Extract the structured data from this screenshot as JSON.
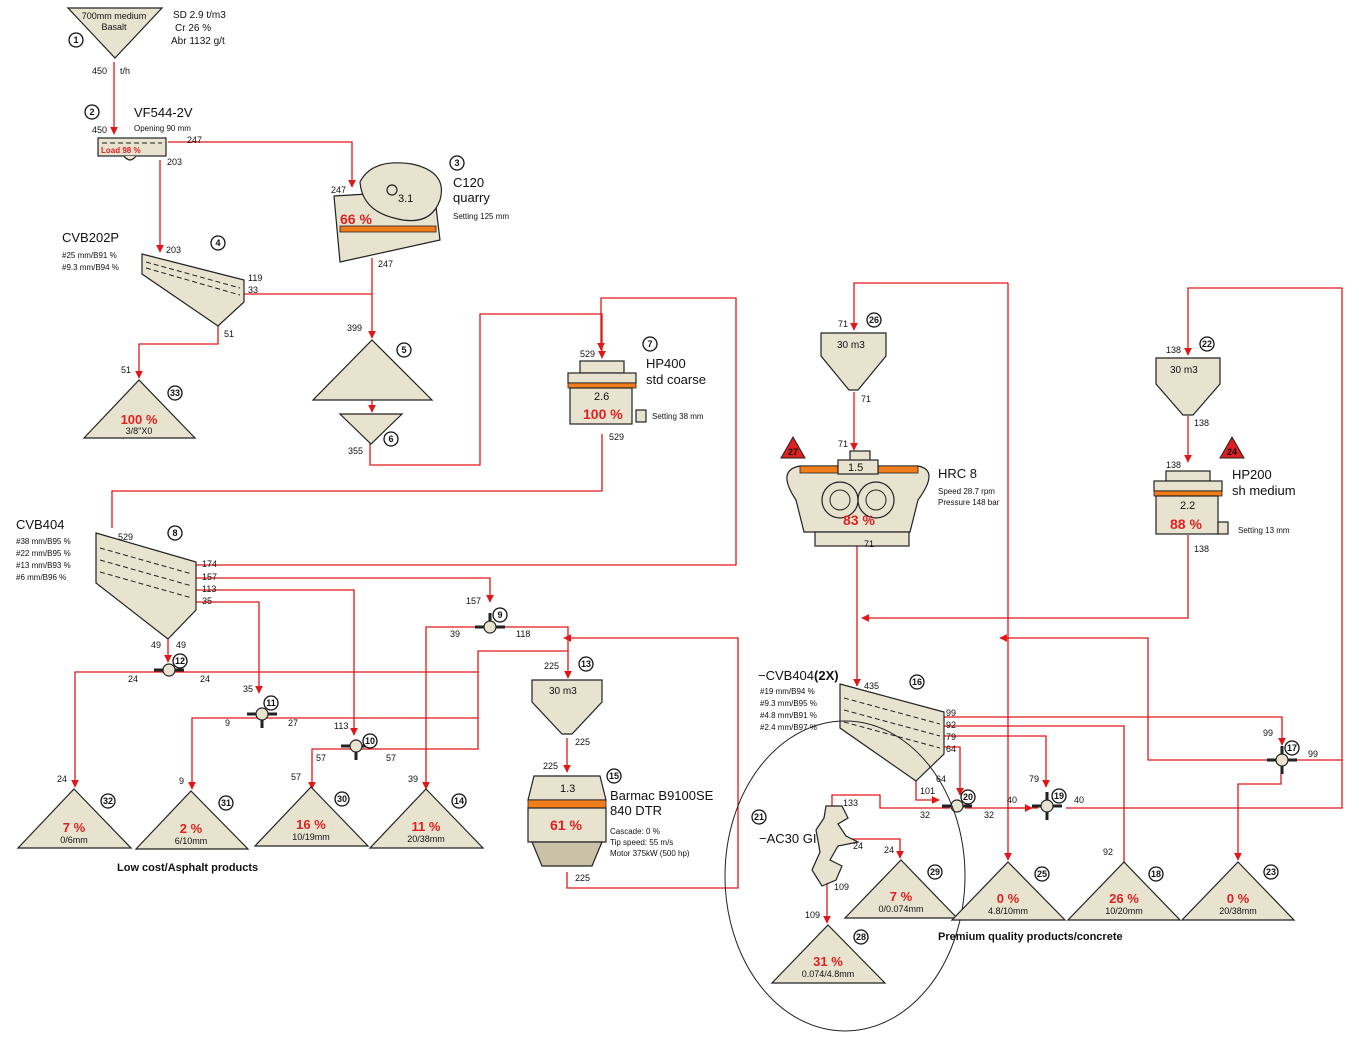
{
  "feed": {
    "title": "700mm medium",
    "material": "Basalt",
    "sd": "SD 2.9 t/m3",
    "cr": "Cr 26 %",
    "abr": "Abr 1132 g/t",
    "rate": "450",
    "unit": "t/h",
    "num": "1"
  },
  "vf544": {
    "name": "VF544-2V",
    "opening": "Opening 90 mm",
    "load": "Load 98 %",
    "num": "2",
    "in": "450",
    "over": "247",
    "under": "203"
  },
  "c120": {
    "name": "C120",
    "sub": "quarry",
    "setting": "Setting 125 mm",
    "num": "3",
    "value": "3.1",
    "pct": "66 %",
    "in": "247",
    "out": "247"
  },
  "cvb202p": {
    "name": "CVB202P",
    "d1": "#25 mm/B91 %",
    "d2": "#9.3 mm/B94 %",
    "num": "4",
    "in": "203",
    "o1": "119",
    "o2": "33",
    "o3": "51"
  },
  "pile5": {
    "num": "5",
    "in": "399"
  },
  "bin6": {
    "num": "6",
    "out": "355"
  },
  "hp400": {
    "name": "HP400",
    "sub": "std coarse",
    "setting": "Setting 38 mm",
    "num": "7",
    "value": "2.6",
    "pct": "100 %",
    "in": "529",
    "out": "529"
  },
  "cvb404": {
    "name": "CVB404",
    "d1": "#38 mm/B95 %",
    "d2": "#22 mm/B95 %",
    "d3": "#13 mm/B93 %",
    "d4": "#6 mm/B96 %",
    "num": "8",
    "in": "529",
    "o1": "174",
    "o2": "157",
    "o3": "113",
    "o4": "35",
    "o5": "49",
    "o6": "49"
  },
  "split9": {
    "num": "9",
    "in": "157",
    "l": "39",
    "r": "118"
  },
  "split10": {
    "num": "10",
    "in": "113",
    "l": "57",
    "r": "57"
  },
  "split11": {
    "num": "11",
    "in": "35",
    "l": "9",
    "r": "27"
  },
  "split12": {
    "num": "12",
    "l": "24",
    "r": "24"
  },
  "bin13": {
    "num": "13",
    "cap": "30 m3",
    "in": "225",
    "out": "225"
  },
  "prod14": {
    "num": "14",
    "pct": "11 %",
    "size": "20/38mm",
    "in": "39"
  },
  "barmac": {
    "name": "Barmac B9100SE",
    "sub": "840 DTR",
    "cascade": "Cascade: 0 %",
    "tip": "Tip speed: 55 m/s",
    "motor": "Motor 375kW (500 hp)",
    "num": "15",
    "value": "1.3",
    "pct": "61 %",
    "in": "225",
    "out": "225"
  },
  "cvb404b": {
    "name": "CVB404",
    "mult": "(2X)",
    "d1": "#19 mm/B94 %",
    "d2": "#9.3 mm/B95 %",
    "d3": "#4.8 mm/B91 %",
    "d4": "#2.4 mm/B97 %",
    "num": "16",
    "in": "435",
    "o1": "99",
    "o2": "92",
    "o3": "79",
    "o4": "64",
    "o5": "101",
    "o6": "64"
  },
  "split17": {
    "num": "17",
    "in": "99",
    "out": "99"
  },
  "split19": {
    "num": "19",
    "in": "79",
    "l": "40",
    "r": "40"
  },
  "split20": {
    "num": "20",
    "l": "32",
    "r": "32"
  },
  "prod18": {
    "num": "18",
    "pct": "26 %",
    "size": "10/20mm",
    "in": "92"
  },
  "bin22": {
    "num": "22",
    "cap": "30 m3",
    "in": "138",
    "out": "138"
  },
  "prod23": {
    "num": "23",
    "pct": "0 %",
    "size": "20/38mm"
  },
  "hp200": {
    "name": "HP200",
    "sub": "sh medium",
    "setting": "Setting 13 mm",
    "num": "24",
    "value": "2.2",
    "pct": "88 %",
    "in": "138",
    "out": "138"
  },
  "prod25": {
    "num": "25",
    "pct": "0 %",
    "size": "4.8/10mm"
  },
  "bin26": {
    "num": "26",
    "cap": "30 m3",
    "in": "71",
    "out": "71"
  },
  "hrc8": {
    "name": "HRC 8",
    "speed": "Speed 28.7 rpm",
    "pressure": "Pressure 148 bar",
    "num": "27",
    "value": "1.5",
    "pct": "83 %",
    "in": "71",
    "out": "71"
  },
  "prod28": {
    "num": "28",
    "pct": "31 %",
    "size": "0.074/4.8mm",
    "in": "109"
  },
  "prod29": {
    "num": "29",
    "pct": "7 %",
    "size": "0/0.074mm",
    "in": "24"
  },
  "ac30": {
    "name": "AC30 GI",
    "num": "21",
    "in": "133",
    "o1": "24",
    "o2": "109"
  },
  "prod30": {
    "num": "30",
    "pct": "16 %",
    "size": "10/19mm",
    "in": "57"
  },
  "prod31": {
    "num": "31",
    "pct": "2 %",
    "size": "6/10mm",
    "in": "9"
  },
  "prod32": {
    "num": "32",
    "pct": "7 %",
    "size": "0/6mm",
    "in": "24"
  },
  "prod33": {
    "num": "33",
    "pct": "100 %",
    "size": "3/8\"X0",
    "in": "51"
  },
  "labels": {
    "low_cost": "Low cost/Asphalt products",
    "premium": "Premium quality products/concrete"
  }
}
